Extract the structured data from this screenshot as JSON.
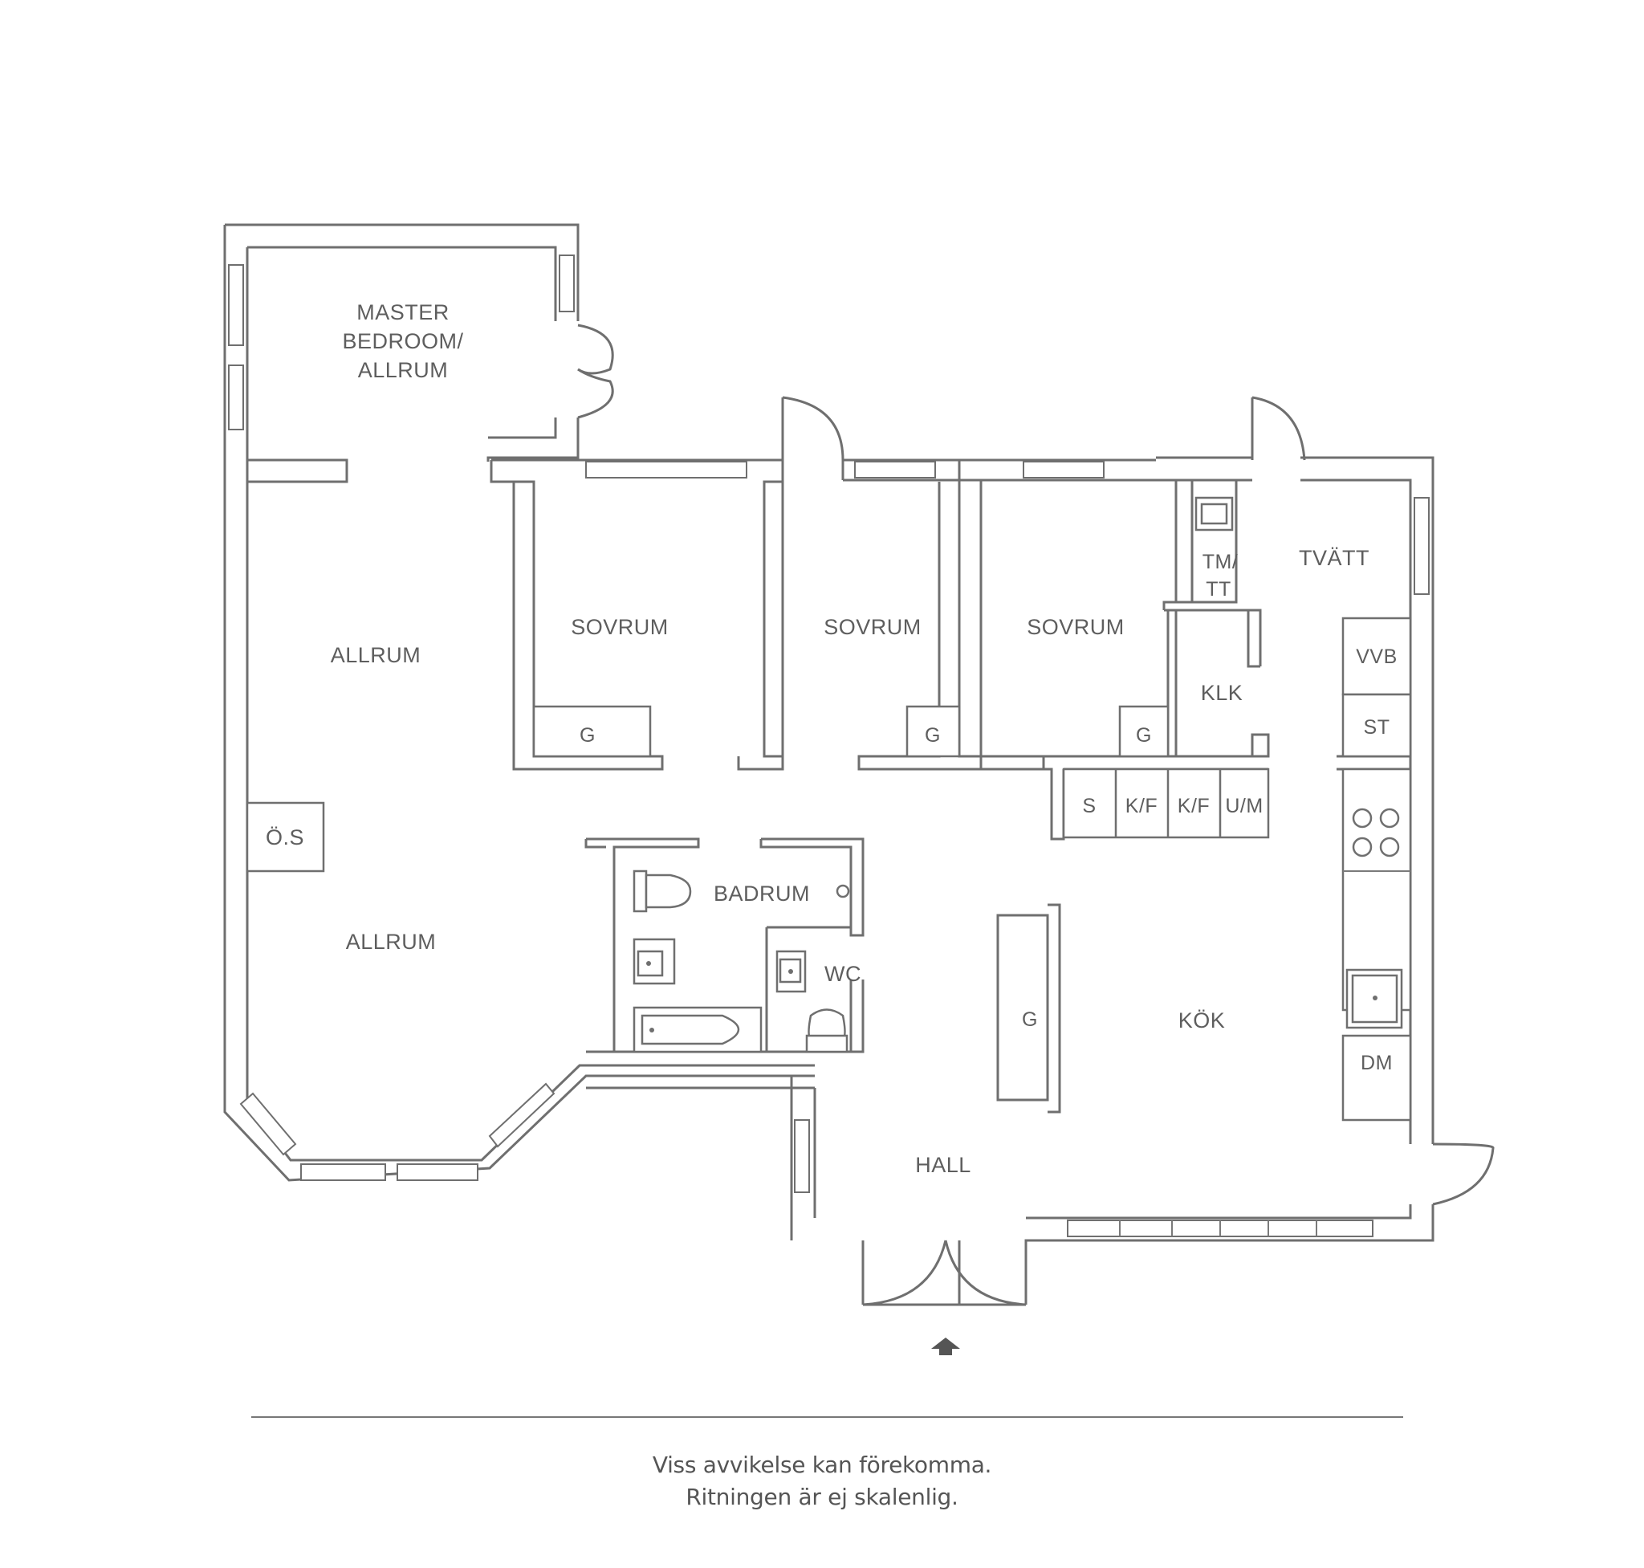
{
  "rooms": {
    "master_line1": "MASTER",
    "master_line2": "BEDROOM/",
    "master_line3": "ALLRUM",
    "allrum_upper": "ALLRUM",
    "allrum_lower": "ALLRUM",
    "sovrum_1": "SOVRUM",
    "sovrum_2": "SOVRUM",
    "sovrum_3": "SOVRUM",
    "tvatt": "TVÄTT",
    "klk": "KLK",
    "badrum": "BADRUM",
    "wc": "WC",
    "kok": "KÖK",
    "hall": "HALL",
    "os": "Ö.S"
  },
  "fixtures": {
    "g": "G",
    "tm_line1": "TM/",
    "tm_line2": "TT",
    "vvb": "VVB",
    "st": "ST",
    "dm": "DM",
    "s": "S",
    "kf": "K/F",
    "um": "U/M"
  },
  "notes": {
    "line1": "Viss avvikelse kan förekomma.",
    "line2": "Ritningen är ej skalenlig."
  },
  "colors": {
    "wall": "#6f6f6f",
    "text": "#5e5e5e",
    "background": "#ffffff"
  }
}
